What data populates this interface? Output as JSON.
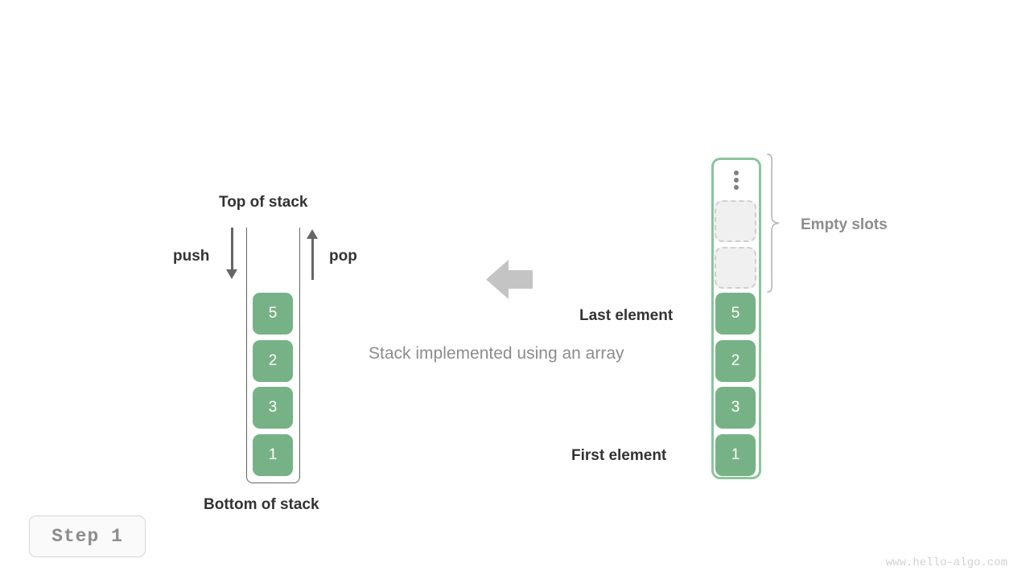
{
  "figure": {
    "caption": "Stack implemented using an array",
    "step_label": "Step 1",
    "watermark": "www.hello-algo.com",
    "accent_color": "#77b287",
    "frame_color": "#8cc49c",
    "text_color": "#333333",
    "muted_color": "#8c8c8c"
  },
  "stack": {
    "top_label": "Top of stack",
    "bottom_label": "Bottom of stack",
    "push_label": "push",
    "pop_label": "pop",
    "values": [
      "5",
      "2",
      "3",
      "1"
    ]
  },
  "array": {
    "values": [
      "5",
      "2",
      "3",
      "1"
    ],
    "empty_slots_label": "Empty slots",
    "last_element_label": "Last element",
    "first_element_label": "First element",
    "empty_slot_count": 2,
    "ellipsis_icon": "vertical-ellipsis-icon"
  },
  "center": {
    "arrow_icon": "left-block-arrow-icon",
    "arrow_color": "#c4c4c4"
  }
}
